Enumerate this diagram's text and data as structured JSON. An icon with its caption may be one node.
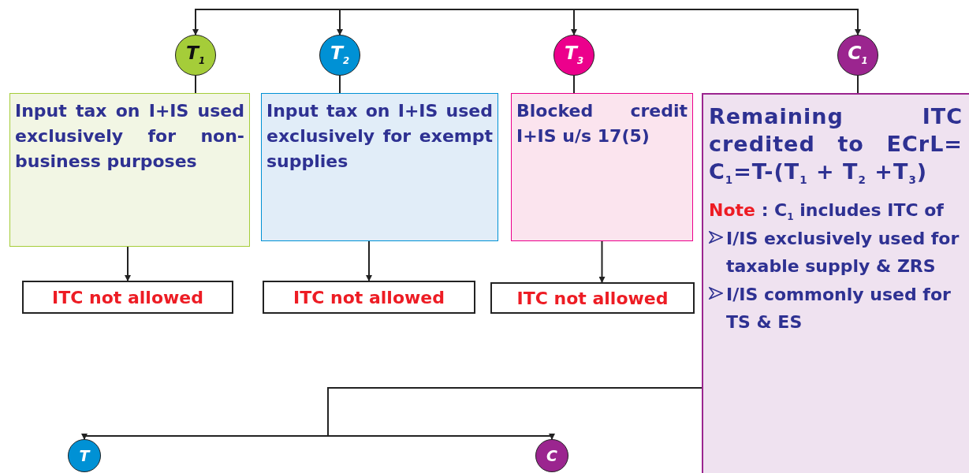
{
  "diagram": {
    "nodes": [
      {
        "text": [
          "T$_{1}$"
        ]
      },
      {
        "text": [
          "Input tax  on I+IS used exclusively for non-business purposes"
        ]
      },
      {
        "text": [
          "ITC not allowed"
        ]
      },
      {
        "text": [
          "T$_{2}$"
        ]
      },
      {
        "text": [
          "Input tax on I+IS used exclusively for exempt supplies"
        ]
      },
      {
        "text": [
          "ITC not allowed"
        ]
      },
      {
        "text": [
          "T$_{3}$"
        ]
      },
      {
        "text": [
          "Blocked credit I+IS u/s 17(5)"
        ]
      },
      {
        "text": [
          "ITC not allowed"
        ]
      },
      {
        "text": [
          "C$_{1}$"
        ]
      },
      {
        "text": [
          "Remaining ITC credited to ECrL= C$_{1}$=T-(T$_{1}$ + T$_{2}$ +T$_{3}$)",
          "Note",
          ": C$_{1}$ includes ITC of",
          "I/IS exclusively used for taxable supply & ZRS",
          "I/IS commonly used for TS & ES"
        ]
      },
      {
        "text": [
          "T"
        ]
      },
      {
        "text": [
          "C"
        ]
      }
    ],
    "edges": [
      {
        "from": null,
        "to": 0,
        "arrow": "to"
      },
      {
        "from": null,
        "to": 3,
        "arrow": "to"
      },
      {
        "from": null,
        "to": 6,
        "arrow": "to"
      },
      {
        "from": null,
        "to": 9,
        "arrow": "to"
      },
      {
        "from": 0,
        "to": 1,
        "arrow": "none"
      },
      {
        "from": 1,
        "to": 2,
        "arrow": "to"
      },
      {
        "from": 3,
        "to": 4,
        "arrow": "none"
      },
      {
        "from": 4,
        "to": 5,
        "arrow": "to"
      },
      {
        "from": 6,
        "to": 7,
        "arrow": "none"
      },
      {
        "from": 7,
        "to": 8,
        "arrow": "to"
      },
      {
        "from": 9,
        "to": 10,
        "arrow": "none"
      },
      {
        "from": 10,
        "to": 11,
        "arrow": "to"
      },
      {
        "from": 10,
        "to": 12,
        "arrow": "to"
      }
    ]
  }
}
